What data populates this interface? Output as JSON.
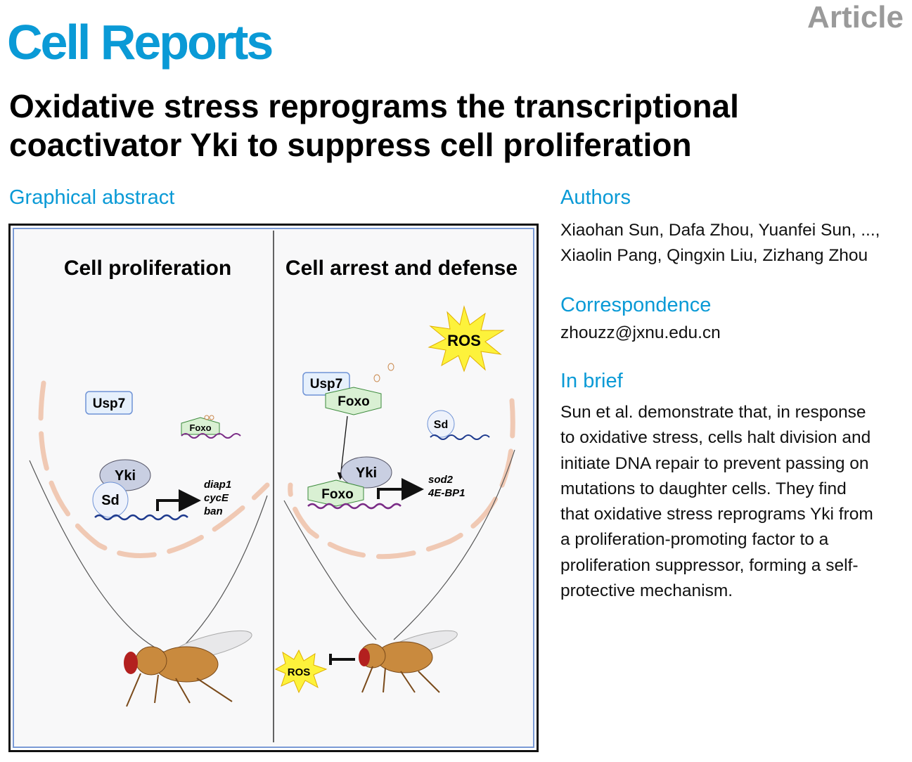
{
  "journal": "Cell Reports",
  "article_type": "Article",
  "title": "Oxidative stress reprograms the transcriptional coactivator Yki to suppress cell proliferation",
  "graphical_abstract": {
    "heading": "Graphical abstract",
    "left_panel": {
      "title": "Cell proliferation",
      "labels": {
        "usp7": "Usp7",
        "foxo": "Foxo",
        "yki": "Yki",
        "sd": "Sd"
      },
      "target_genes": [
        "diap1",
        "cycE",
        "ban"
      ]
    },
    "right_panel": {
      "title": "Cell arrest and defense",
      "labels": {
        "ros": "ROS",
        "usp7": "Usp7",
        "foxo_top": "Foxo",
        "sd": "Sd",
        "yki": "Yki",
        "foxo_bound": "Foxo",
        "ros_small": "ROS"
      },
      "target_genes": [
        "sod2",
        "4E-BP1"
      ]
    }
  },
  "authors": {
    "heading": "Authors",
    "line1": "Xiaohan Sun, Dafa Zhou, Yuanfei Sun, ...,",
    "line2": "Xiaolin Pang, Qingxin Liu, Zizhang Zhou"
  },
  "correspondence": {
    "heading": "Correspondence",
    "email": "zhouzz@jxnu.edu.cn"
  },
  "in_brief": {
    "heading": "In brief",
    "lines": [
      "Sun et al. demonstrate that, in response",
      "to oxidative stress, cells halt division and",
      "initiate DNA repair to prevent passing on",
      "mutations to daughter cells. They find",
      "that oxidative stress reprograms Yki from",
      "a proliferation-promoting factor to a",
      "proliferation suppressor, forming a self-",
      "protective mechanism."
    ]
  },
  "colors": {
    "brand": "#0a9ad6",
    "article": "#9a9a9a"
  }
}
